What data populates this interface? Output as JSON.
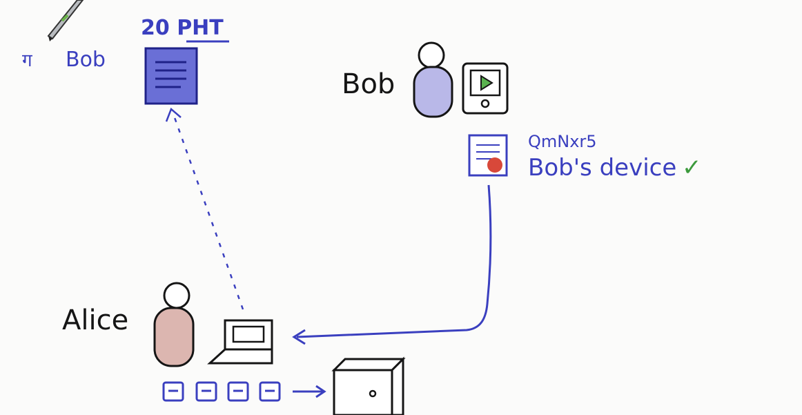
{
  "labels": {
    "bob_left": "Bob",
    "bob_prefix_glyph": "ग",
    "header_count": "20 PHT",
    "bob_person": "Bob",
    "alice_person": "Alice",
    "cert_code": "QmNxr5",
    "cert_caption": "Bob's device",
    "check_mark": "✓"
  },
  "colors": {
    "ink_black": "#151515",
    "ink_blue": "#3a3fbf",
    "doc_fill": "#6a6fd6",
    "bob_body": "#b9b8e8",
    "alice_body": "#dcb6b0",
    "check_green": "#3c9a3c",
    "seal_red": "#d8483a"
  },
  "icons": {
    "pen": "pen-icon",
    "document": "document-icon",
    "certificate": "certificate-icon",
    "phone": "phone-icon",
    "laptop": "laptop-icon",
    "safe": "safe-icon"
  }
}
